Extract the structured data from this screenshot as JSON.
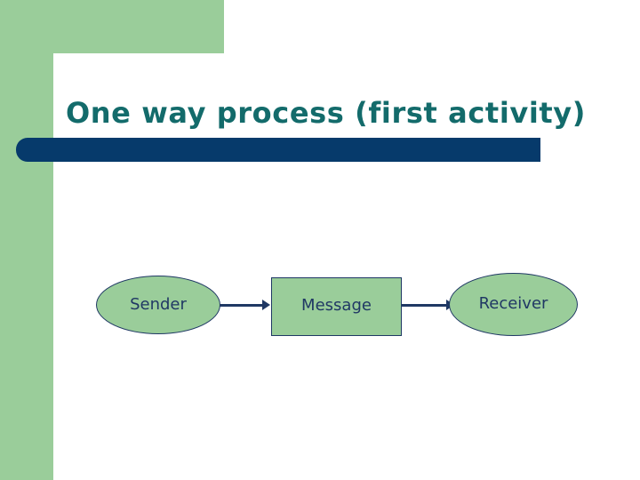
{
  "slide": {
    "title": "One way process (first activity)",
    "colors": {
      "accent_green": "#9ACD9A",
      "title_teal": "#136B6B",
      "navy_bar": "#063A6B",
      "shape_outline": "#1F3864",
      "shape_text": "#203864",
      "background": "#FFFFFF"
    }
  },
  "diagram": {
    "type": "flow",
    "nodes": [
      {
        "id": "sender",
        "label": "Sender",
        "shape": "ellipse"
      },
      {
        "id": "message",
        "label": "Message",
        "shape": "rectangle"
      },
      {
        "id": "receiver",
        "label": "Receiver",
        "shape": "ellipse"
      }
    ],
    "edges": [
      {
        "from": "sender",
        "to": "message",
        "direction": "right"
      },
      {
        "from": "message",
        "to": "receiver",
        "direction": "right"
      }
    ]
  }
}
